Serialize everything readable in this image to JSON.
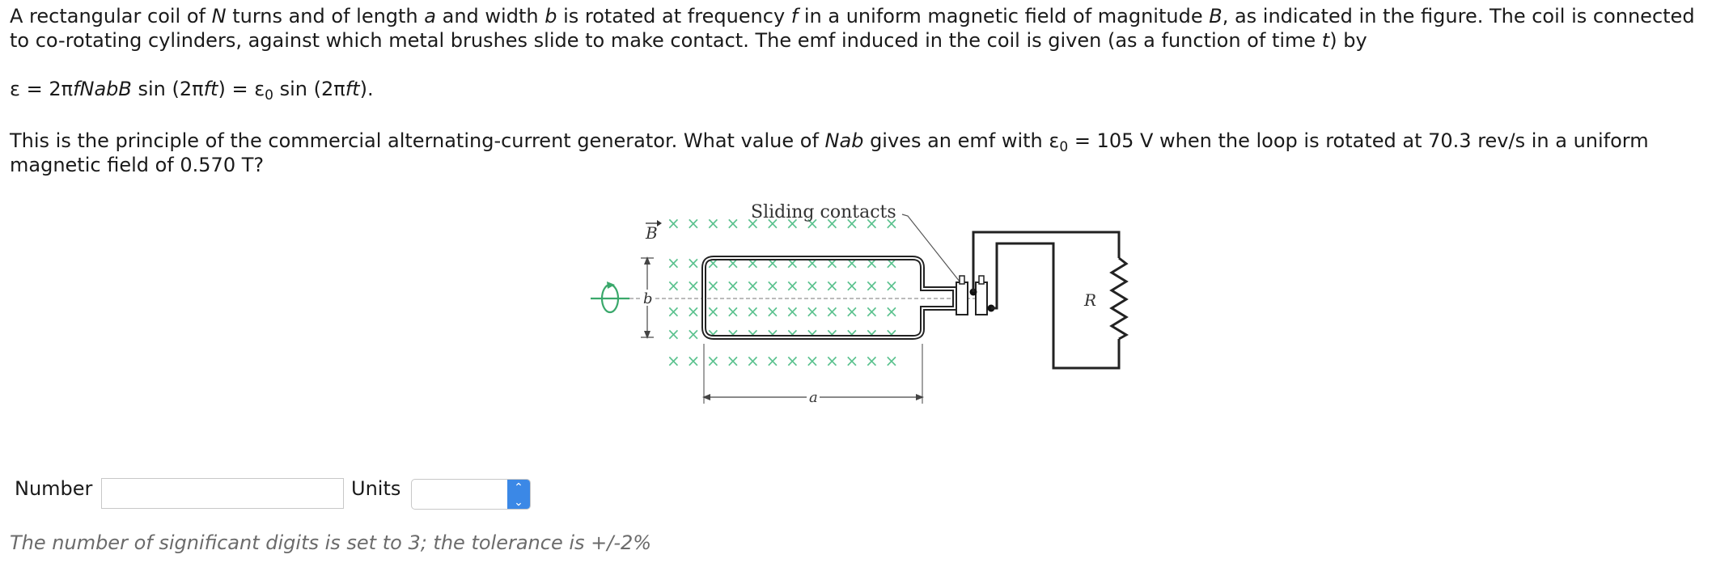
{
  "problem": {
    "p1_a": "A rectangular coil of ",
    "p1_N": "N",
    "p1_b": " turns and of length ",
    "p1_a_var": "a",
    "p1_c": " and width ",
    "p1_b_var": "b",
    "p1_d": " is rotated at frequency ",
    "p1_f": "f",
    "p1_e": " in a uniform magnetic field of magnitude ",
    "p1_B": "B",
    "p1_f_text": ", as indicated in the figure. The coil is connected",
    "p1_line2_a": "to co-rotating cylinders, against which metal brushes slide to make contact. The emf induced in the coil is given (as a function of time ",
    "p1_t": "t",
    "p1_line2_b": ") by",
    "eq_a": "ε = 2π",
    "eq_fNabB": "fNabB",
    "eq_b": " sin (2π",
    "eq_ft": "ft",
    "eq_c": ") = ε",
    "eq_sub": "0",
    "eq_d": " sin (2π",
    "eq_ft2": "ft",
    "eq_e": ").",
    "p2_a": "This is the principle of the commercial alternating-current generator. What value of ",
    "p2_Nab": "Nab",
    "p2_b": " gives an emf with ε",
    "p2_sub": "0",
    "p2_c": " = 105 V when the loop is rotated at 70.3 rev/s in a uniform",
    "p2_line2": "magnetic field of 0.570 T?"
  },
  "figure": {
    "sliding_contacts": "Sliding contacts",
    "B_label": "B",
    "b_label": "b",
    "a_label": "a",
    "R_label": "R",
    "field_mark": "×",
    "field_color": "#5cc28f",
    "rotation_color": "#3aa86b",
    "rotation_icon": "rotation-arrow-icon"
  },
  "answer": {
    "number_label": "Number",
    "number_value": "",
    "units_label": "Units",
    "units_value": ""
  },
  "hint": "The number of significant digits is set to 3; the tolerance is +/-2%"
}
